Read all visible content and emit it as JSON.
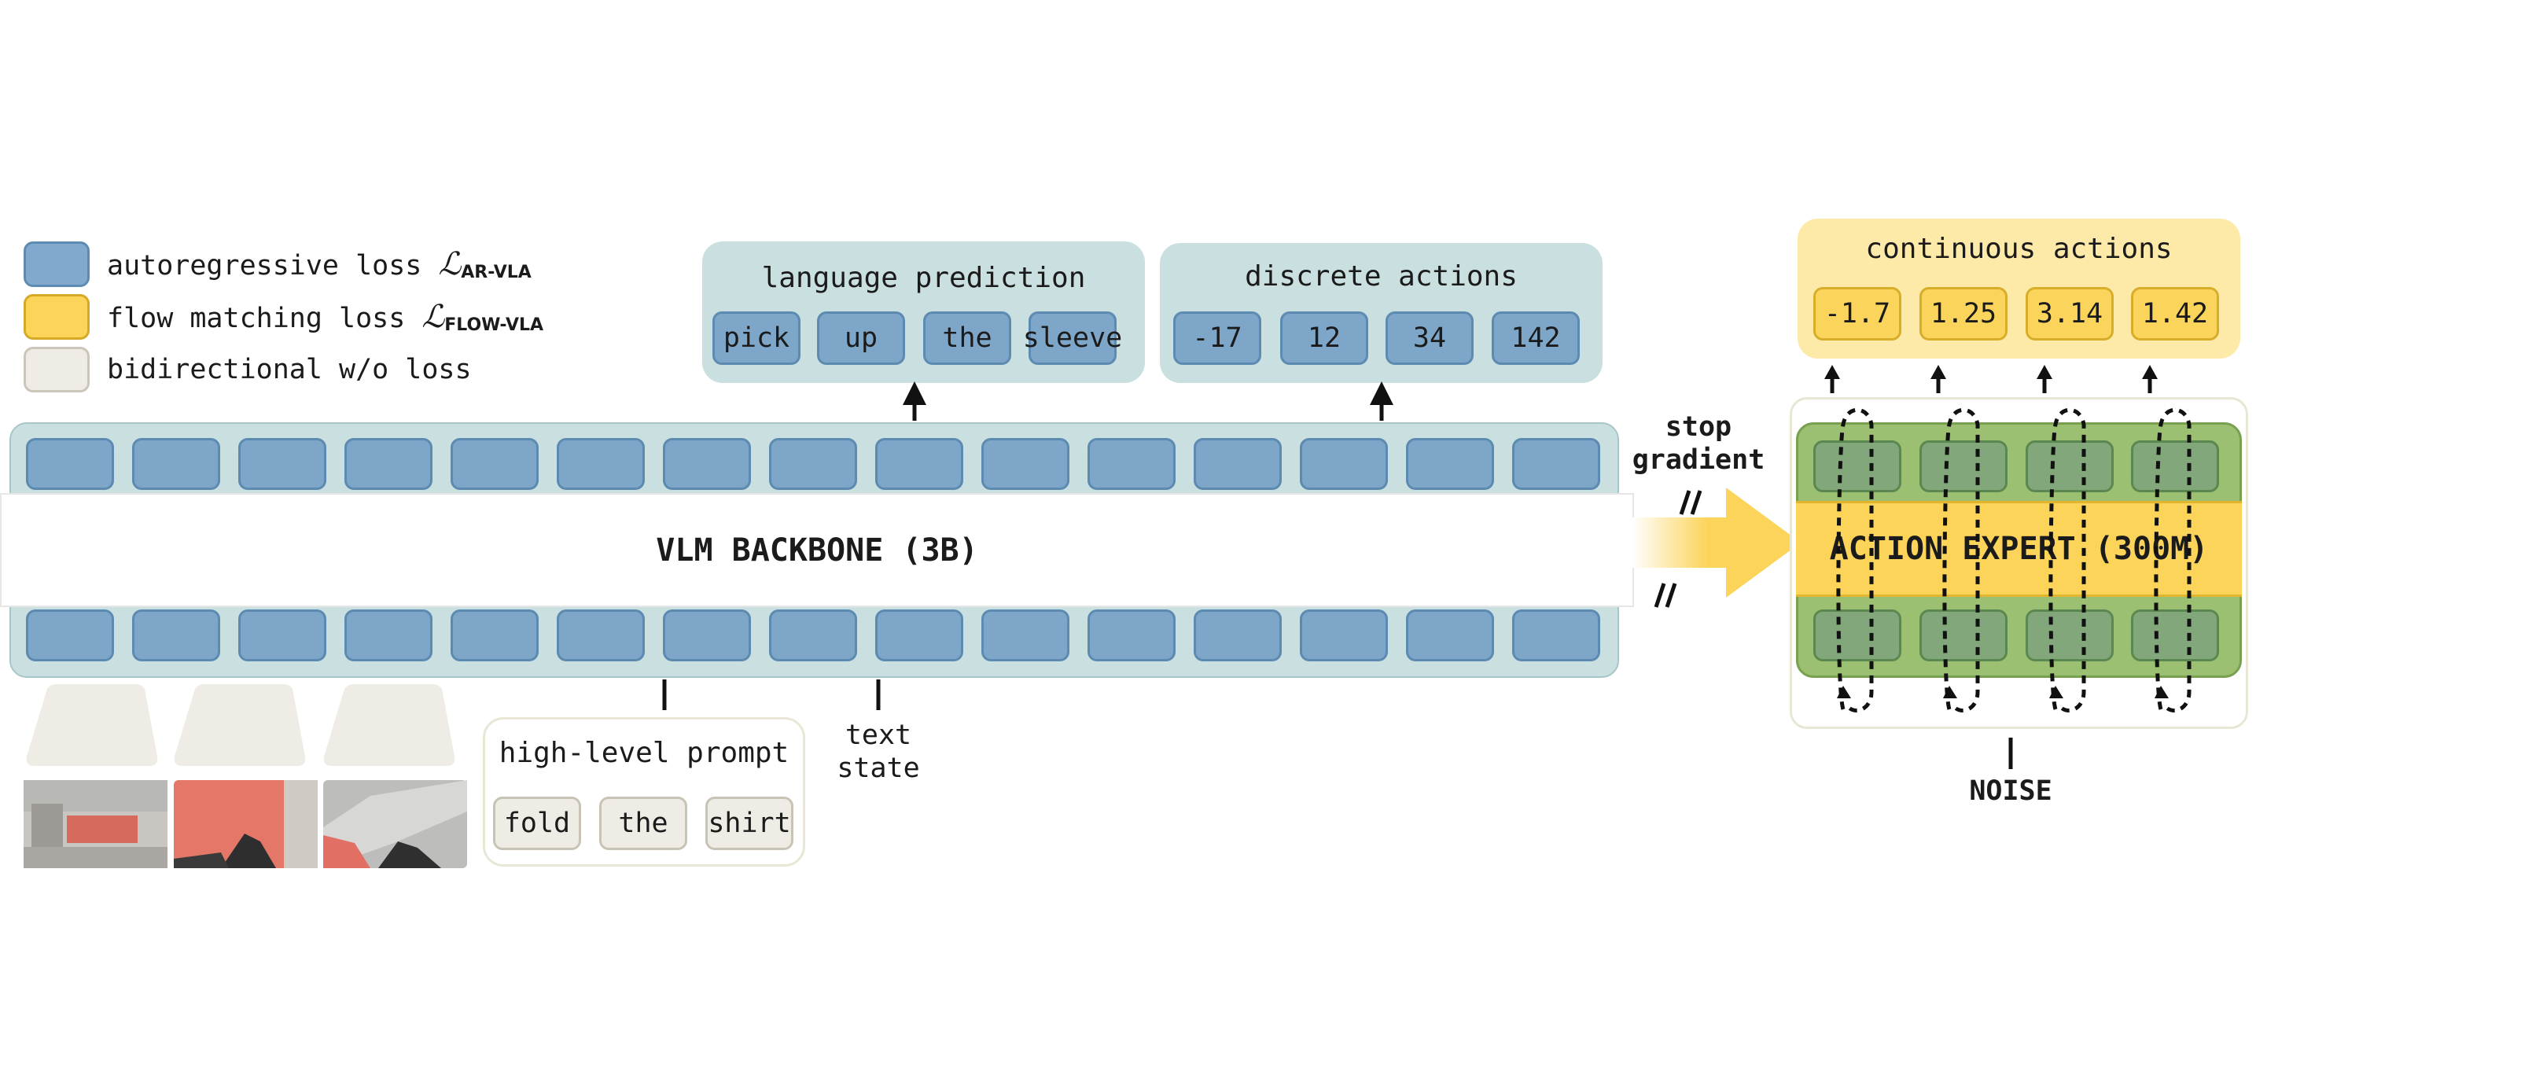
{
  "legend": [
    {
      "color": "#80a9cd",
      "border": "#5d8bb3",
      "text": "autoregressive loss ",
      "math": "ℒ",
      "sub": "AR-VLA"
    },
    {
      "color": "#fcd459",
      "border": "#d6aa27",
      "text": "flow matching loss ",
      "math": "ℒ",
      "sub": "FLOW-VLA"
    },
    {
      "color": "#efece5",
      "border": "#cbc6b9",
      "text": "bidirectional w/o loss",
      "math": "",
      "sub": ""
    }
  ],
  "language_prediction": {
    "title": "language prediction",
    "tokens": [
      "pick",
      "up",
      "the",
      "sleeve"
    ]
  },
  "discrete_actions": {
    "title": "discrete actions",
    "tokens": [
      "-17",
      "12",
      "34",
      "142"
    ]
  },
  "continuous_actions": {
    "title": "continuous actions",
    "tokens": [
      "-1.7",
      "1.25",
      "3.14",
      "1.42"
    ]
  },
  "vlm": {
    "label": "VLM BACKBONE (3B)"
  },
  "action_expert": {
    "label": "ACTION EXPERT (300M)"
  },
  "stop_gradient": {
    "line1": "stop",
    "line2": "gradient"
  },
  "prompt": {
    "title": "high-level prompt",
    "tokens": [
      "fold",
      "the",
      "shirt"
    ]
  },
  "text_state": {
    "line1": "text",
    "line2": "state"
  },
  "noise": {
    "label": "NOISE"
  },
  "colors": {
    "panel_blue": "#c9dfe0",
    "token_blue": "#7da6c9",
    "action_yellow": "#fcd459",
    "panel_yellow": "#fdeaa8",
    "expert_green": "#9cc071",
    "beige": "#efece5"
  }
}
